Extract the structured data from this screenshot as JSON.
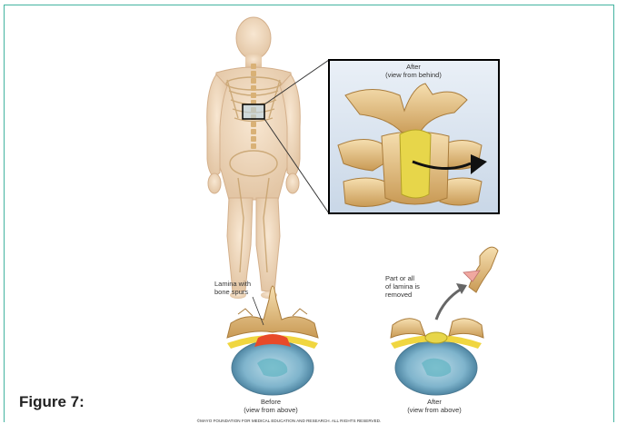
{
  "figure_label": "Figure 7:",
  "inset": {
    "title": "After",
    "subtitle": "(view from behind)"
  },
  "left_view": {
    "label_line1": "Lamina with",
    "label_line2": "bone spurs",
    "caption_line1": "Before",
    "caption_line2": "(view from above)"
  },
  "right_view": {
    "label_line1": "Part or all",
    "label_line2": "of lamina is",
    "label_line3": "removed",
    "caption_line1": "After",
    "caption_line2": "(view from above)"
  },
  "copyright": "©MAYO FOUNDATION FOR MEDICAL EDUCATION AND RESEARCH. ALL RIGHTS RESERVED.",
  "colors": {
    "frame": "#43b3a0",
    "bone": "#e8c88e",
    "nerve": "#f0d640",
    "disc": "#8cbfd6",
    "arrow": "#111111"
  }
}
